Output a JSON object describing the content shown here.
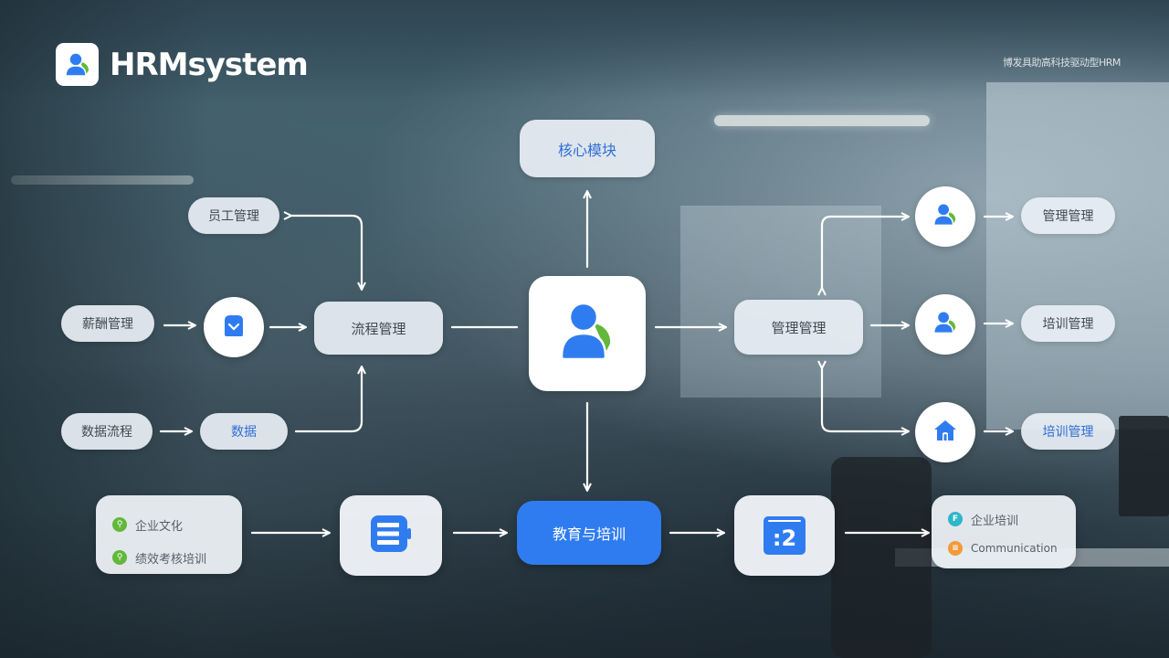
{
  "brand": {
    "name": "HRMsystem",
    "icon": "user-profile-icon"
  },
  "header": {
    "tagline": "博发具助高科技驱动型HRM"
  },
  "colors": {
    "accent_blue": "#2f7cf0",
    "accent_green": "#62b83a",
    "accent_teal": "#2fb6c9",
    "accent_orange": "#f09a3a",
    "node_bg": "#e8eef4",
    "text_dark": "#3f4a54"
  },
  "diagram": {
    "core_module": {
      "label": "核心模块"
    },
    "central_hub": {
      "icon": "user-profile-icon"
    },
    "left": {
      "employee_mgmt": {
        "label": "员工管理"
      },
      "recruit_mgmt": {
        "label": "薪酬管理"
      },
      "check_icon": {
        "icon": "chevron-down-badge-icon"
      },
      "process_mgmt": {
        "label": "流程管理"
      },
      "data_source": {
        "label": "数据流程"
      },
      "data_node": {
        "label": "数据"
      }
    },
    "right": {
      "mgmt_hub": {
        "label": "管理管理"
      },
      "top_output": {
        "icon": "user-profile-icon",
        "label": "管理管理"
      },
      "mid_output": {
        "icon": "user-profile-icon",
        "label": "培训管理"
      },
      "bottom_output": {
        "icon": "home-icon",
        "label": "培训管理"
      }
    },
    "bottom": {
      "source_list": {
        "items": [
          {
            "icon": "green-badge-icon",
            "label": "企业文化"
          },
          {
            "icon": "green-badge-icon",
            "label": "绩效考核培训"
          }
        ]
      },
      "document_node": {
        "icon": "document-lines-icon"
      },
      "primary_action": {
        "label": "教育与培训"
      },
      "calendar_node": {
        "icon": "calendar-icon",
        "value": ":2"
      },
      "result_list": {
        "items": [
          {
            "icon": "teal-badge-icon",
            "label": "企业培训"
          },
          {
            "icon": "orange-badge-icon",
            "label": "Communication"
          }
        ]
      }
    }
  }
}
